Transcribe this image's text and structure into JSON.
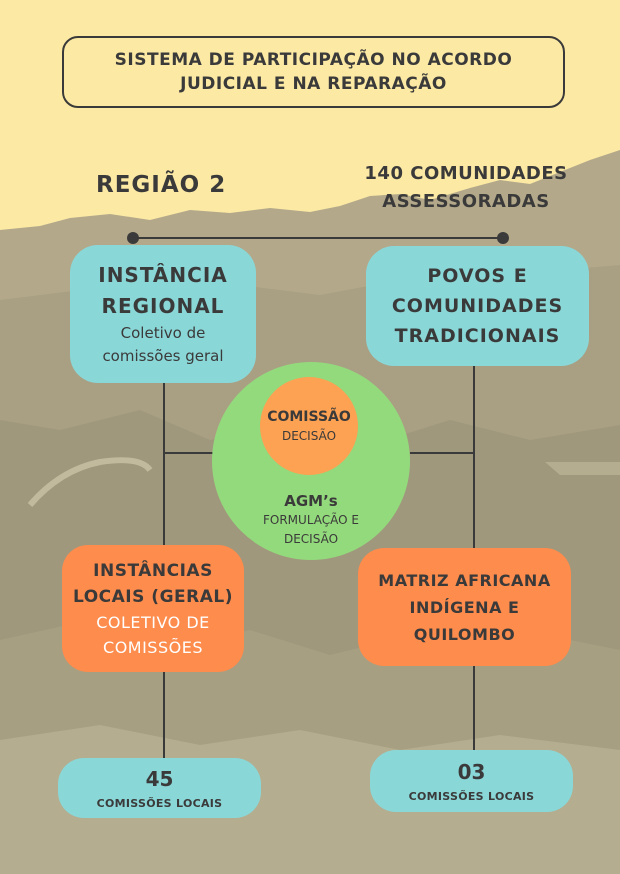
{
  "title": {
    "line1": "SISTEMA DE PARTICIPAÇÃO NO ACORDO",
    "line2": "JUDICIAL E NA REPARAÇÃO"
  },
  "region": "REGIÃO 2",
  "communities": {
    "line1": "140 COMUNIDADES",
    "line2": "ASSESSORADAS"
  },
  "instancia_regional": {
    "title1": "INSTÂNCIA",
    "title2": "REGIONAL",
    "sub1": "Coletivo de",
    "sub2": "comissões geral"
  },
  "povos": {
    "line1": "POVOS E",
    "line2": "COMUNIDADES",
    "line3": "TRADICIONAIS"
  },
  "comissao": {
    "title": "COMISSÃO",
    "sub": "DECISÃO"
  },
  "agm": {
    "title": "AGM’s",
    "sub1": "FORMULAÇÃO E",
    "sub2": "DECISÃO"
  },
  "instancias_locais": {
    "title1": "INSTÂNCIAS",
    "title2": "LOCAIS (GERAL)",
    "sub1": "COLETIVO DE",
    "sub2": "COMISSÕES"
  },
  "matriz": {
    "line1": "MATRIZ AFRICANA",
    "line2": "INDÍGENA E",
    "line3": "QUILOMBO"
  },
  "left_count": {
    "number": "45",
    "label": "COMISSÕES LOCAIS"
  },
  "right_count": {
    "number": "03",
    "label": "COMISSÕES LOCAIS"
  },
  "colors": {
    "background": "#fbe9a4",
    "teal": "#8ad7d8",
    "orange": "#fd8c4d",
    "green": "#93da7c",
    "light_orange": "#fda152",
    "text": "#3b3a3a"
  }
}
